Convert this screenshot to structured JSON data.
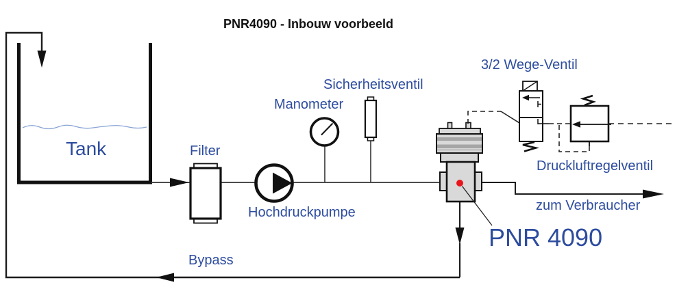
{
  "title": "PNR4090 - Inbouw voorbeeld",
  "labels": {
    "tank": "Tank",
    "filter": "Filter",
    "pump": "Hochdruckpumpe",
    "manometer": "Manometer",
    "safety_valve": "Sicherheitsventil",
    "way_valve": "3/2 Wege-Ventil",
    "air_regulator": "Druckluftregelventil",
    "consumer": "zum Verbraucher",
    "pnr": "PNR 4090",
    "bypass": "Bypass"
  },
  "colors": {
    "label_blue": "#2d4c9e",
    "line_dark": "#2b2b2b",
    "thick_black": "#111111",
    "valve_gray": "#d9d9d9",
    "valve_stripe_gray": "#a6a6a6",
    "water_blue": "#87a3d4",
    "indicator_red": "#e8151c",
    "background": "#ffffff"
  },
  "symbols": [
    "tank-symbol",
    "water-surface-wave",
    "filter-symbol",
    "pump-symbol",
    "manometer-symbol",
    "safety-valve-symbol",
    "pnr4090-valve-symbol",
    "red-indicator-dot",
    "solenoid-32-valve-symbol",
    "spring-symbol",
    "pressure-regulator-symbol",
    "flow-arrow",
    "pilot-dashed-line"
  ]
}
